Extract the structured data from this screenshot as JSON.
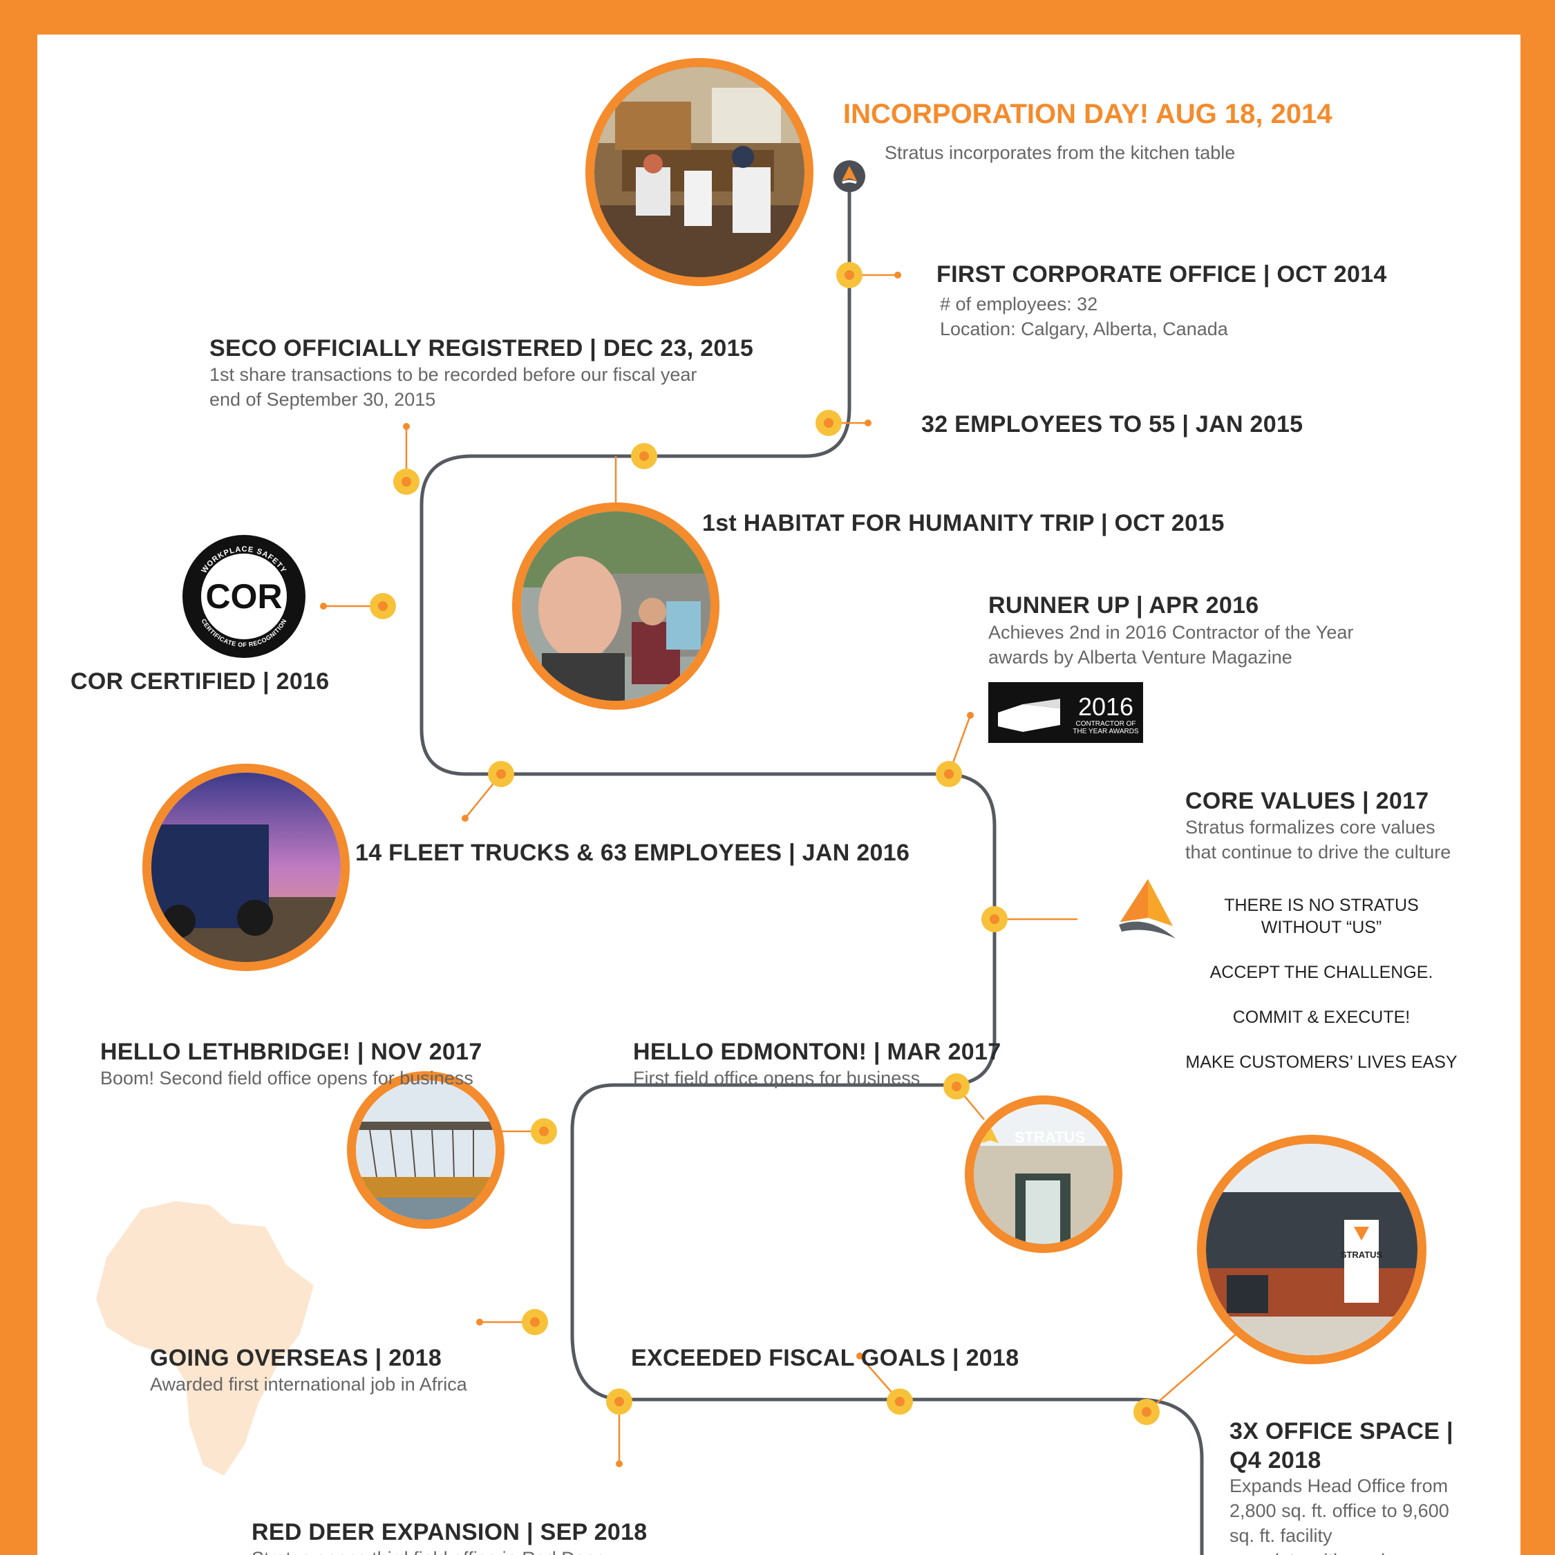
{
  "header": {
    "title": "INCORPORATION DAY!  AUG 18, 2014",
    "subtitle": "Stratus incorporates from the kitchen table"
  },
  "events": {
    "first_office": {
      "title": "FIRST CORPORATE OFFICE  |  OCT 2014",
      "line1": "# of employees: 32",
      "line2": "Location: Calgary, Alberta, Canada"
    },
    "employees": {
      "title": "32 EMPLOYEES TO 55  |  JAN 2015"
    },
    "seco": {
      "title": "SECO OFFICIALLY REGISTERED  |  DEC 23, 2015",
      "line1": "1st share transactions to be recorded before our fiscal year",
      "line2": "end of September 30, 2015"
    },
    "habitat": {
      "title": "1st HABITAT FOR HUMANITY TRIP  |  OCT 2015"
    },
    "cor": {
      "title": "COR CERTIFIED  |  2016",
      "badge_top": "WORKPLACE SAFETY",
      "badge_main": "COR",
      "badge_bottom": "CERTIFICATE OF RECOGNITION"
    },
    "runner_up": {
      "title": "RUNNER UP  |  APR 2016",
      "line1": "Achieves 2nd in 2016 Contractor of the Year",
      "line2": "awards by Alberta Venture Magazine",
      "badge_year": "2016",
      "badge_line1": "CONTRACTOR OF",
      "badge_line2": "THE YEAR AWARDS"
    },
    "fleet": {
      "title": "14 FLEET TRUCKS & 63 EMPLOYEES  |  JAN 2016"
    },
    "core_values": {
      "title": "CORE VALUES  |  2017",
      "line1": "Stratus formalizes core values",
      "line2": "that continue to drive the culture",
      "values": [
        "THERE IS NO STRATUS",
        "WITHOUT “US”",
        "ACCEPT THE CHALLENGE.",
        "COMMIT & EXECUTE!",
        "MAKE CUSTOMERS’ LIVES EASY"
      ]
    },
    "lethbridge": {
      "title": "HELLO LETHBRIDGE!  |  NOV 2017",
      "line1": "Boom! Second field office opens for business"
    },
    "edmonton": {
      "title": "HELLO EDMONTON!  |  MAR 2017",
      "line1": "First field office opens for business",
      "sign": "STRATUS"
    },
    "overseas": {
      "title": "GOING OVERSEAS  |  2018",
      "line1": "Awarded first international job in Africa"
    },
    "fiscal": {
      "title": "EXCEEDED FISCAL GOALS  |  2018"
    },
    "office_space": {
      "title1": "3X OFFICE SPACE  |",
      "title2": "Q4 2018",
      "line1": "Expands Head Office from",
      "line2": "2,800 sq. ft. office to 9,600",
      "line3": "sq. ft. facility",
      "line4": "complete with yard space",
      "sign": "STRATUS"
    },
    "red_deer": {
      "title": "RED DEER EXPANSION  |  SEP 2018",
      "line1": "Stratus opens third field office in Red Deer"
    }
  },
  "colors": {
    "accent": "#F48B2C",
    "track": "#555A60",
    "node": "#F7C23A"
  }
}
